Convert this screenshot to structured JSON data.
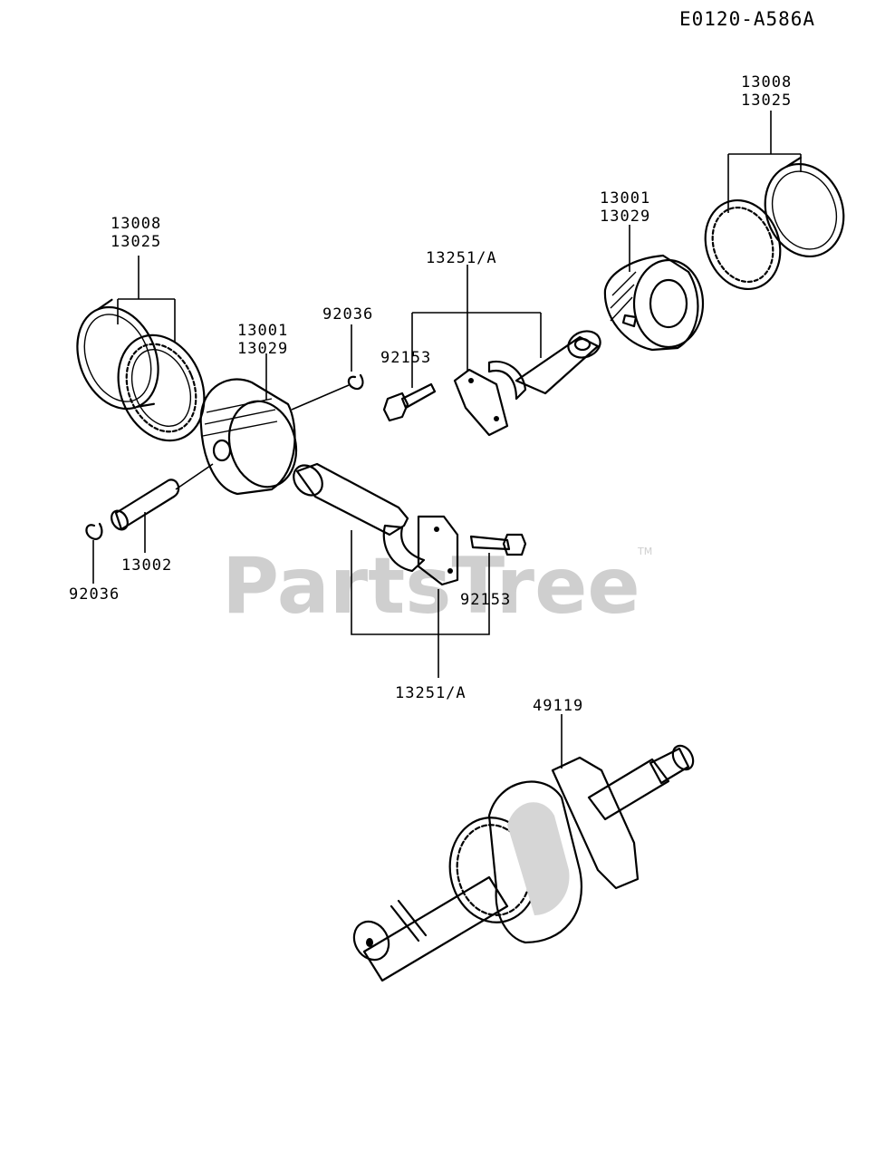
{
  "diagram_code": "E0120-A586A",
  "watermark": {
    "text": "PartsTree",
    "tm": "TM"
  },
  "labels": {
    "rings_left": [
      "13008",
      "13025"
    ],
    "piston_left": [
      "13001",
      "13029"
    ],
    "circlip_top": "92036",
    "pin": "13002",
    "circlip_bottom": "92036",
    "bolt_right": "92153",
    "rod_right": "13251/A",
    "bolt_bottom": "92153",
    "rod_bottom": "13251/A",
    "piston_right": [
      "13001",
      "13029"
    ],
    "rings_right": [
      "13008",
      "13025"
    ],
    "crankshaft": "49119"
  }
}
